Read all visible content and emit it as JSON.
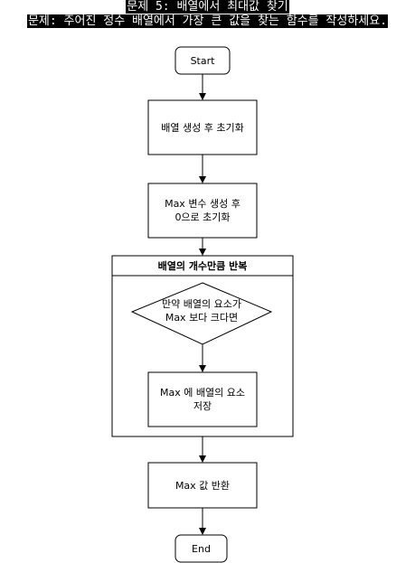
{
  "header": {
    "line1": "문제 5: 배열에서 최대값 찾기",
    "line2": "문제: 주어진 정수 배열에서 가장 큰 값을 찾는 함수를 작성하세요."
  },
  "flowchart": {
    "start": "Start",
    "step1": "배열 생성 후 초기화",
    "step2_line1": "Max 변수 생성 후",
    "step2_line2": "0으로 초기화",
    "loop_title": "배열의 개수만큼 반복",
    "decision_line1": "만약 배열의 요소가",
    "decision_line2": "Max 보다 크다면",
    "inner_step_line1": "Max 에 배열의 요소",
    "inner_step_line2": "저장",
    "step3": "Max 값 반환",
    "end": "End"
  }
}
